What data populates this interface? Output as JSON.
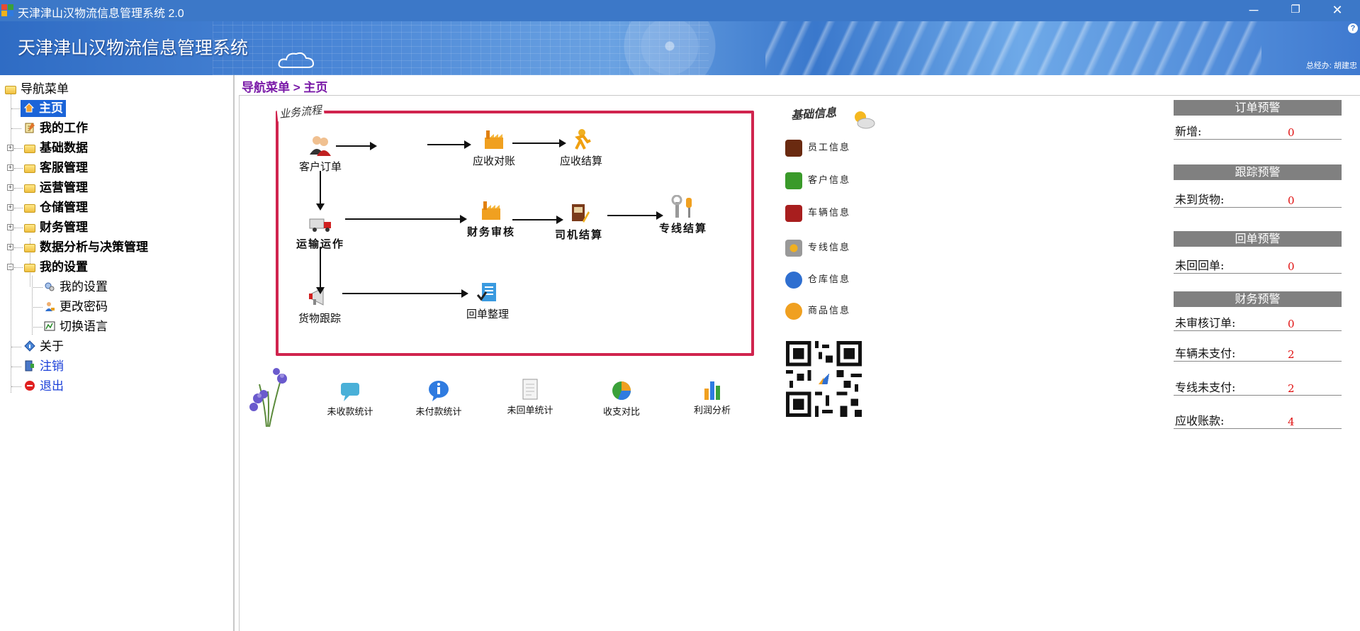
{
  "window": {
    "title": "天津津山汉物流信息管理系统 2.0",
    "controls": {
      "minimize": "─",
      "restore": "❐",
      "close": "✕"
    }
  },
  "banner": {
    "title": "天津津山汉物流信息管理系统",
    "manager": "总经办: 胡建忠",
    "help": "?"
  },
  "nav": {
    "root": "导航菜单",
    "items": [
      {
        "label": "主页",
        "icon": "home-icon",
        "selected": true
      },
      {
        "label": "我的工作",
        "icon": "notepad-icon"
      },
      {
        "label": "基础数据",
        "icon": "folder-icon"
      },
      {
        "label": "客服管理",
        "icon": "folder-icon"
      },
      {
        "label": "运营管理",
        "icon": "folder-icon"
      },
      {
        "label": "仓储管理",
        "icon": "folder-icon"
      },
      {
        "label": "财务管理",
        "icon": "folder-icon"
      },
      {
        "label": "数据分析与决策管理",
        "icon": "folder-icon"
      },
      {
        "label": "我的设置",
        "icon": "folder-open-icon",
        "expanded": true
      },
      {
        "label": "我的设置",
        "icon": "settings-icon"
      },
      {
        "label": "更改密码",
        "icon": "user-key-icon"
      },
      {
        "label": "切换语言",
        "icon": "language-icon"
      },
      {
        "label": "关于",
        "icon": "info-diamond-icon"
      },
      {
        "label": "注销",
        "icon": "logout-icon"
      },
      {
        "label": "退出",
        "icon": "exit-icon"
      }
    ]
  },
  "breadcrumb": "导航菜单 > 主页",
  "flow": {
    "title": "业务流程",
    "items": {
      "customer_order": "客户订单",
      "receivable_reconcile": "应收对账",
      "receivable_settle": "应收结算",
      "transport": "运输运作",
      "finance_audit": "财务审核",
      "driver_settle": "司机结算",
      "line_settle": "专线结算",
      "cargo_track": "货物跟踪",
      "receipt_sort": "回单整理"
    }
  },
  "basic": {
    "title": "基础信息",
    "items": [
      "员工信息",
      "客户信息",
      "车辆信息",
      "专线信息",
      "仓库信息",
      "商品信息"
    ]
  },
  "stats": [
    "未收款统计",
    "未付款统计",
    "未回单统计",
    "收支对比",
    "利润分析"
  ],
  "warnings": {
    "order": {
      "title": "订单预警",
      "rows": [
        {
          "label": "新增:",
          "value": "0"
        }
      ]
    },
    "track": {
      "title": "跟踪预警",
      "rows": [
        {
          "label": "未到货物:",
          "value": "0"
        }
      ]
    },
    "receipt": {
      "title": "回单预警",
      "rows": [
        {
          "label": "未回回单:",
          "value": "0"
        }
      ]
    },
    "finance": {
      "title": "财务预警",
      "rows": [
        {
          "label": "未审核订单:",
          "value": "0"
        },
        {
          "label": "车辆未支付:",
          "value": "2"
        },
        {
          "label": "专线未支付:",
          "value": "2"
        },
        {
          "label": "应收账款:",
          "value": "4"
        }
      ]
    }
  },
  "colors": {
    "titlebar": "#3c78c8",
    "selection": "#1b64d8",
    "flow_border": "#d0244e",
    "warn_header": "#808080",
    "warn_value": "#e01010",
    "breadcrumb": "#7a1aa8"
  }
}
